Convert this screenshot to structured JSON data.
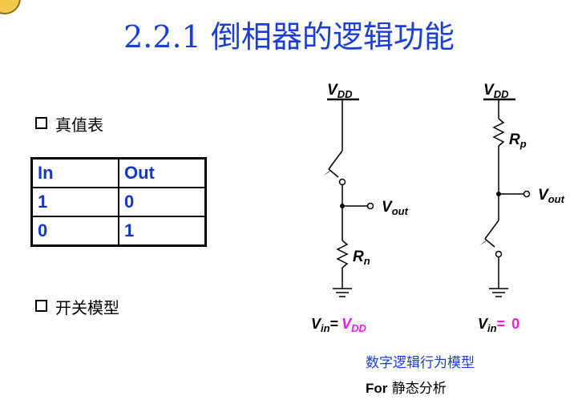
{
  "title": "2.2.1 倒相器的逻辑功能",
  "bullets": [
    "真值表",
    "开关模型"
  ],
  "truth_table": {
    "headers": [
      "In",
      "Out"
    ],
    "rows": [
      [
        "1",
        "0"
      ],
      [
        "0",
        "1"
      ]
    ]
  },
  "circuit_left": {
    "supply": "V",
    "supply_sub": "DD",
    "resistor": "R",
    "resistor_sub": "n",
    "output": "V",
    "output_sub": "out",
    "input_label": "V",
    "input_sub": "in",
    "input_eq": "=",
    "input_value": "V",
    "input_value_sub": "DD"
  },
  "circuit_right": {
    "supply": "V",
    "supply_sub": "DD",
    "resistor": "R",
    "resistor_sub": "p",
    "output": "V",
    "output_sub": "out",
    "input_label": "V",
    "input_sub": "in",
    "input_eq": "=",
    "input_value": "0"
  },
  "caption_model": "数字逻辑行为模型",
  "caption_analysis_prefix": "For",
  "caption_analysis_suffix": "静态分析",
  "colors": {
    "title": "#1b3fd6",
    "table_text": "#1338c7",
    "highlight": "#e61ee6",
    "caption": "#1b3fd6"
  }
}
